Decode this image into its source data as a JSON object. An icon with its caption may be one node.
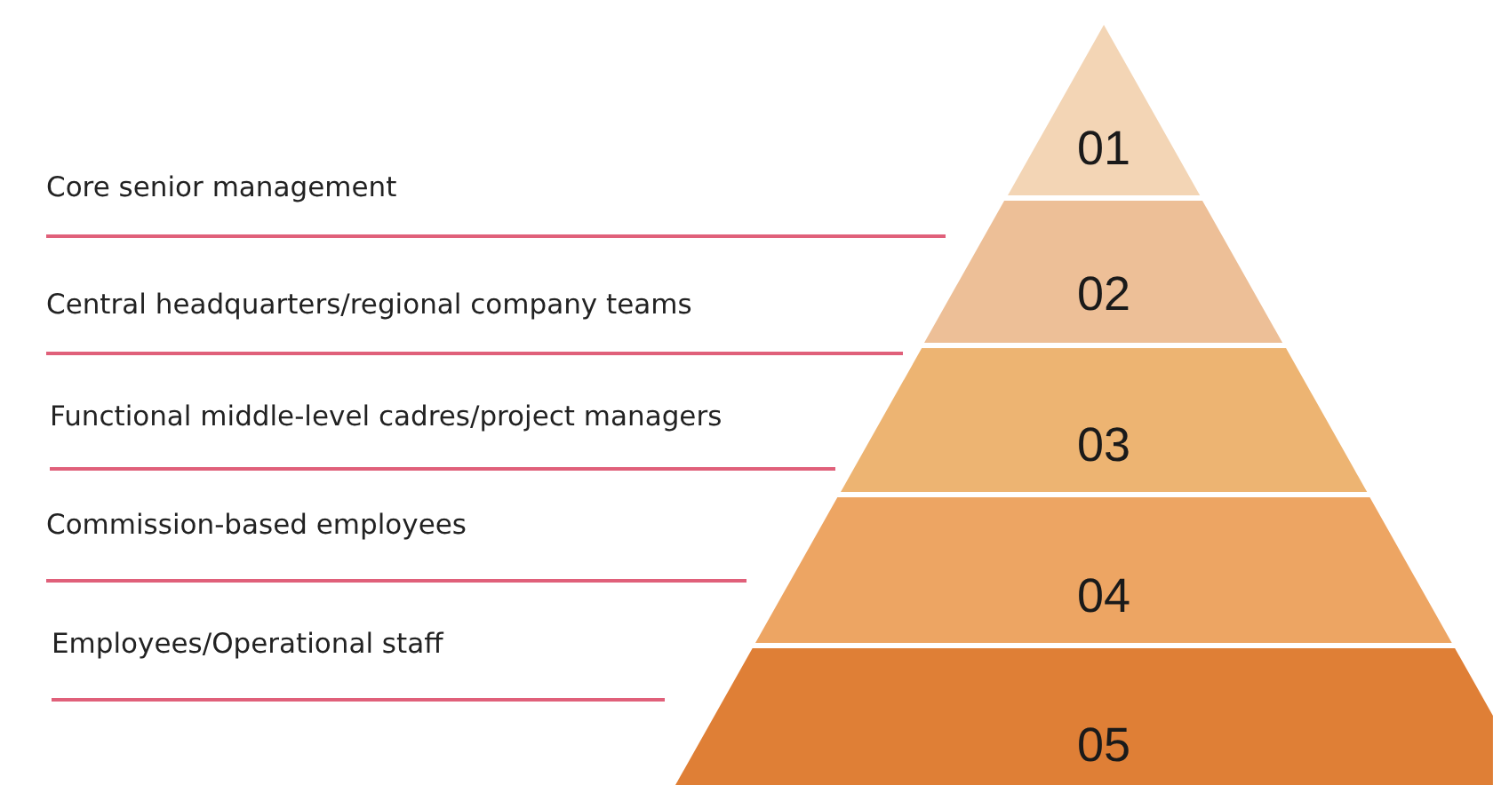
{
  "diagram": {
    "nodes": [
      {
        "text": [
          "01"
        ]
      },
      {
        "text": [
          "02"
        ]
      },
      {
        "text": [
          "03"
        ]
      },
      {
        "text": [
          "04"
        ]
      },
      {
        "text": [
          "05"
        ]
      }
    ],
    "labels": [
      "Core senior management",
      "Central headquarters/regional company teams",
      "Functional middle-level cadres/project managers",
      "Commission-based employees",
      "Employees/Operational staff"
    ]
  }
}
